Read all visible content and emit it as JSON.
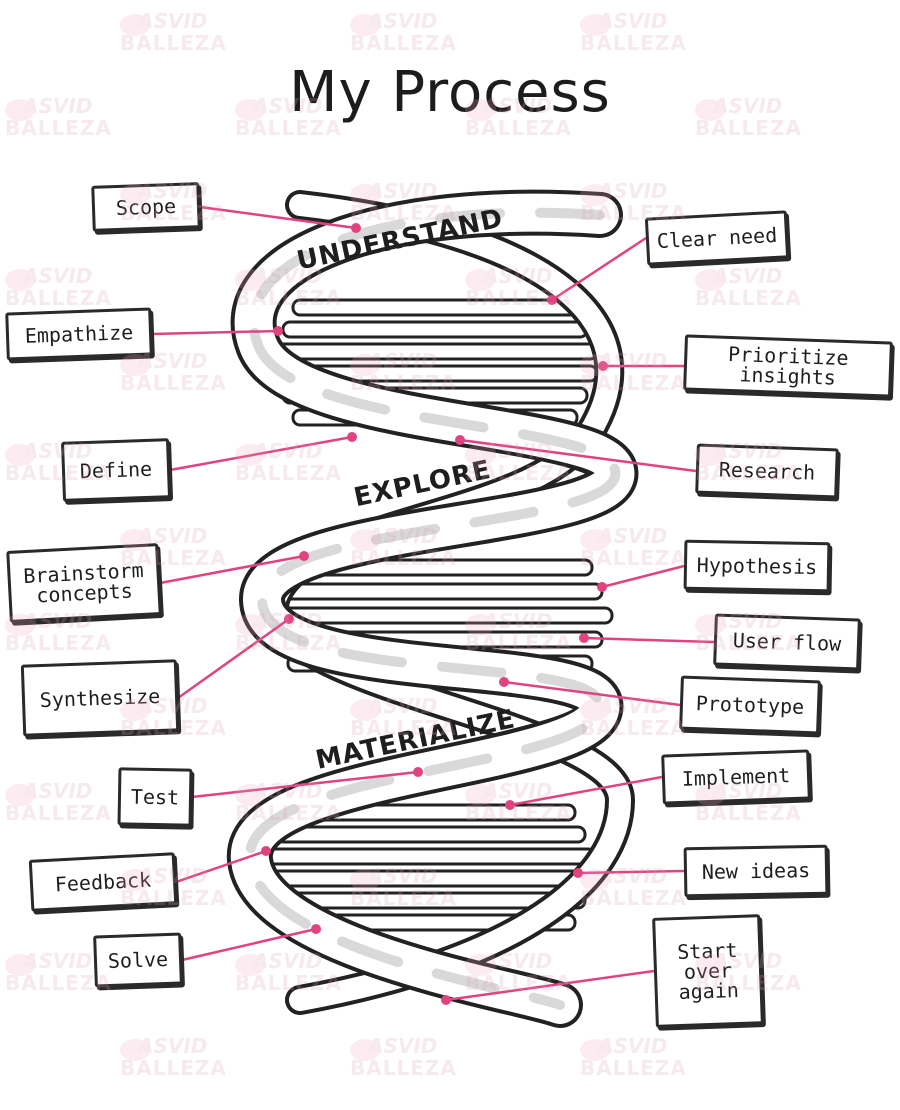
{
  "title": "My Process",
  "watermark": {
    "line1": "ASVID",
    "line2": "BALLEZA"
  },
  "phases": [
    {
      "label": "UNDERSTAND"
    },
    {
      "label": "EXPLORE"
    },
    {
      "label": "MATERIALIZE"
    }
  ],
  "steps": [
    {
      "label": "Scope",
      "side": "left"
    },
    {
      "label": "Clear need",
      "side": "right"
    },
    {
      "label": "Empathize",
      "side": "left"
    },
    {
      "label": "Prioritize insights",
      "side": "right"
    },
    {
      "label": "Define",
      "side": "left"
    },
    {
      "label": "Research",
      "side": "right"
    },
    {
      "label": "Brainstorm concepts",
      "side": "left"
    },
    {
      "label": "Hypothesis",
      "side": "right"
    },
    {
      "label": "User flow",
      "side": "right"
    },
    {
      "label": "Synthesize",
      "side": "left"
    },
    {
      "label": "Prototype",
      "side": "right"
    },
    {
      "label": "Test",
      "side": "left"
    },
    {
      "label": "Implement",
      "side": "right"
    },
    {
      "label": "Feedback",
      "side": "left"
    },
    {
      "label": "New ideas",
      "side": "right"
    },
    {
      "label": "Solve",
      "side": "left"
    },
    {
      "label": "Start over again",
      "side": "right"
    }
  ],
  "colors": {
    "connector": "#e0437f",
    "stroke": "#222222",
    "ribbon_shade": "#d9d9d9"
  }
}
